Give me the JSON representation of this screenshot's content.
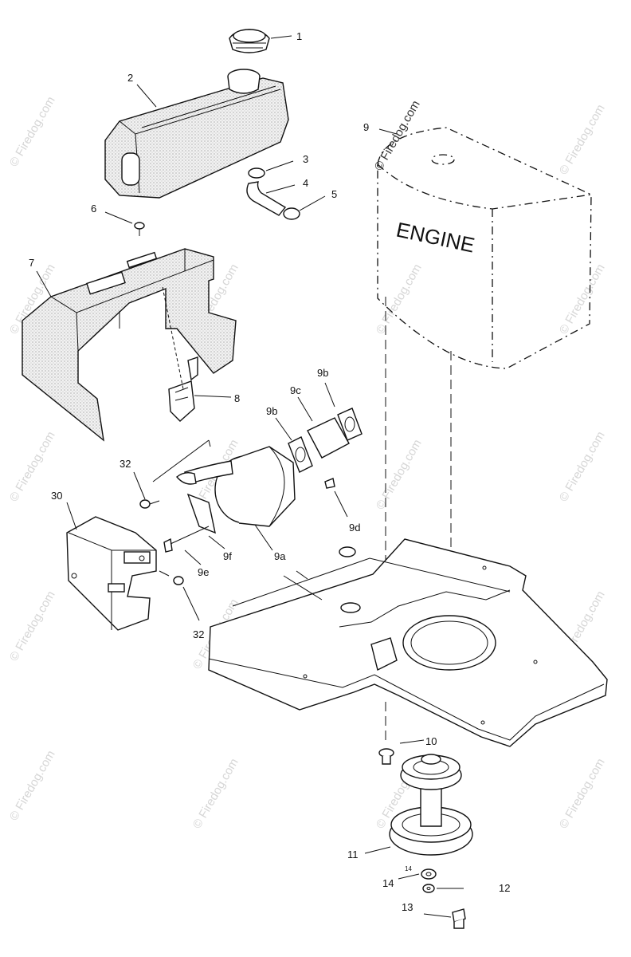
{
  "watermark": "© Firedog.com",
  "engine_label": "ENGINE",
  "callouts": {
    "c1": "1",
    "c2": "2",
    "c3": "3",
    "c4": "4",
    "c5": "5",
    "c6": "6",
    "c7": "7",
    "c8": "8",
    "c9": "9",
    "c9b_top": "9b",
    "c9c": "9c",
    "c9b_left": "9b",
    "c9d": "9d",
    "c9a": "9a",
    "c9f": "9f",
    "c9e": "9e",
    "c10": "10",
    "c11": "11",
    "c12": "12",
    "c13": "13",
    "c14": "14",
    "c14_small": "14",
    "c30": "30",
    "c32_top": "32",
    "c32_bottom": "32"
  }
}
